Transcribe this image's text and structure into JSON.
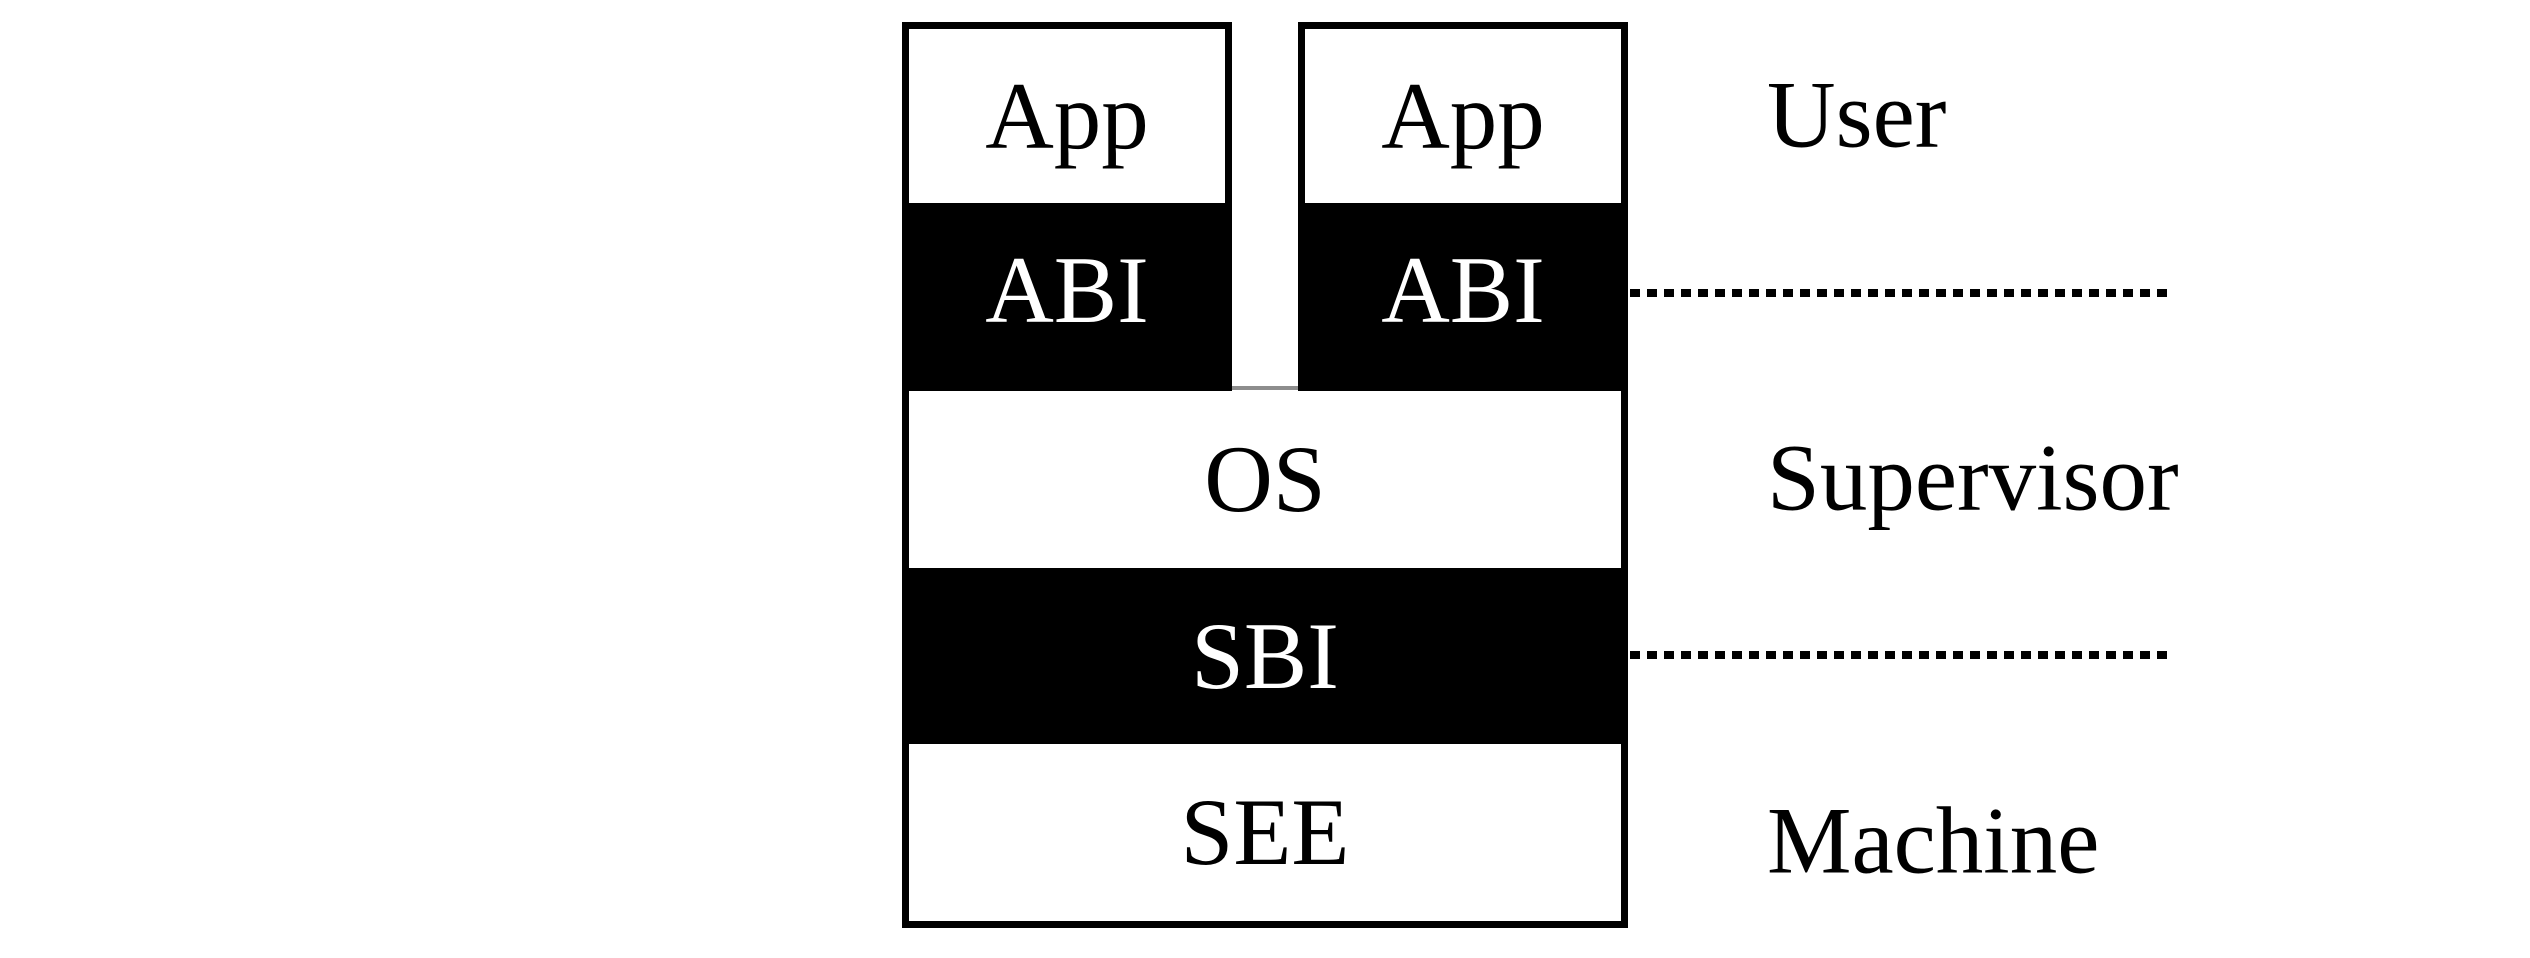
{
  "colors": {
    "ink": "#000000",
    "paper": "#ffffff"
  },
  "stack": {
    "columns": [
      {
        "app_label": "App",
        "abi_label": "ABI"
      },
      {
        "app_label": "App",
        "abi_label": "ABI"
      }
    ],
    "os_label": "OS",
    "sbi_label": "SBI",
    "see_label": "SEE"
  },
  "privilege_levels": [
    {
      "label": "User"
    },
    {
      "label": "Supervisor"
    },
    {
      "label": "Machine"
    }
  ]
}
